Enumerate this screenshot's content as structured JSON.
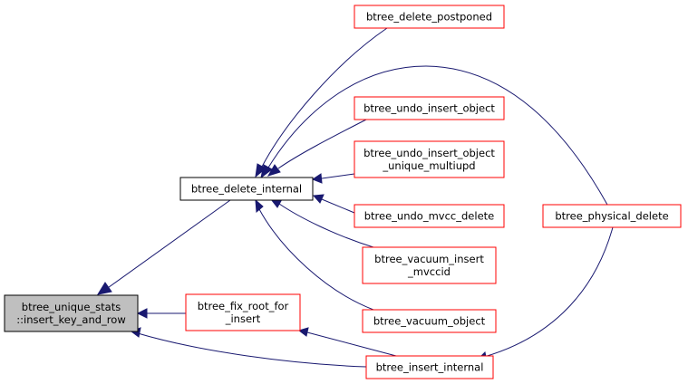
{
  "diagram": {
    "title": "",
    "colors": {
      "edge": "#191970",
      "focus_fill": "#bfbfbf",
      "focus_border": "#000000",
      "plain_border": "#000000",
      "link_border": "#ff0000",
      "node_fill": "#ffffff"
    },
    "nodes": [
      {
        "id": "n_unique_stats",
        "lines": [
          "btree_unique_stats",
          "::insert_key_and_row"
        ],
        "style": "focus"
      },
      {
        "id": "n_delete_internal",
        "lines": [
          "btree_delete_internal"
        ],
        "style": "plain"
      },
      {
        "id": "n_fix_root",
        "lines": [
          "btree_fix_root_for",
          "_insert"
        ],
        "style": "link"
      },
      {
        "id": "n_insert_internal",
        "lines": [
          "btree_insert_internal"
        ],
        "style": "link"
      },
      {
        "id": "n_delete_postponed",
        "lines": [
          "btree_delete_postponed"
        ],
        "style": "link"
      },
      {
        "id": "n_undo_insert_object",
        "lines": [
          "btree_undo_insert_object"
        ],
        "style": "link"
      },
      {
        "id": "n_undo_insert_object_multi",
        "lines": [
          "btree_undo_insert_object",
          "_unique_multiupd"
        ],
        "style": "link"
      },
      {
        "id": "n_undo_mvcc_delete",
        "lines": [
          "btree_undo_mvcc_delete"
        ],
        "style": "link"
      },
      {
        "id": "n_vacuum_insert_mvccid",
        "lines": [
          "btree_vacuum_insert",
          "_mvccid"
        ],
        "style": "link"
      },
      {
        "id": "n_vacuum_object",
        "lines": [
          "btree_vacuum_object"
        ],
        "style": "link"
      },
      {
        "id": "n_physical_delete",
        "lines": [
          "btree_physical_delete"
        ],
        "style": "link"
      }
    ],
    "edges": [
      {
        "from": "n_delete_internal",
        "to": "n_unique_stats"
      },
      {
        "from": "n_fix_root",
        "to": "n_unique_stats"
      },
      {
        "from": "n_insert_internal",
        "to": "n_unique_stats"
      },
      {
        "from": "n_delete_postponed",
        "to": "n_delete_internal"
      },
      {
        "from": "n_physical_delete",
        "to": "n_delete_internal"
      },
      {
        "from": "n_undo_insert_object",
        "to": "n_delete_internal"
      },
      {
        "from": "n_undo_insert_object_multi",
        "to": "n_delete_internal"
      },
      {
        "from": "n_undo_mvcc_delete",
        "to": "n_delete_internal"
      },
      {
        "from": "n_vacuum_insert_mvccid",
        "to": "n_delete_internal"
      },
      {
        "from": "n_vacuum_object",
        "to": "n_delete_internal"
      },
      {
        "from": "n_insert_internal",
        "to": "n_fix_root"
      },
      {
        "from": "n_physical_delete",
        "to": "n_insert_internal"
      }
    ]
  }
}
